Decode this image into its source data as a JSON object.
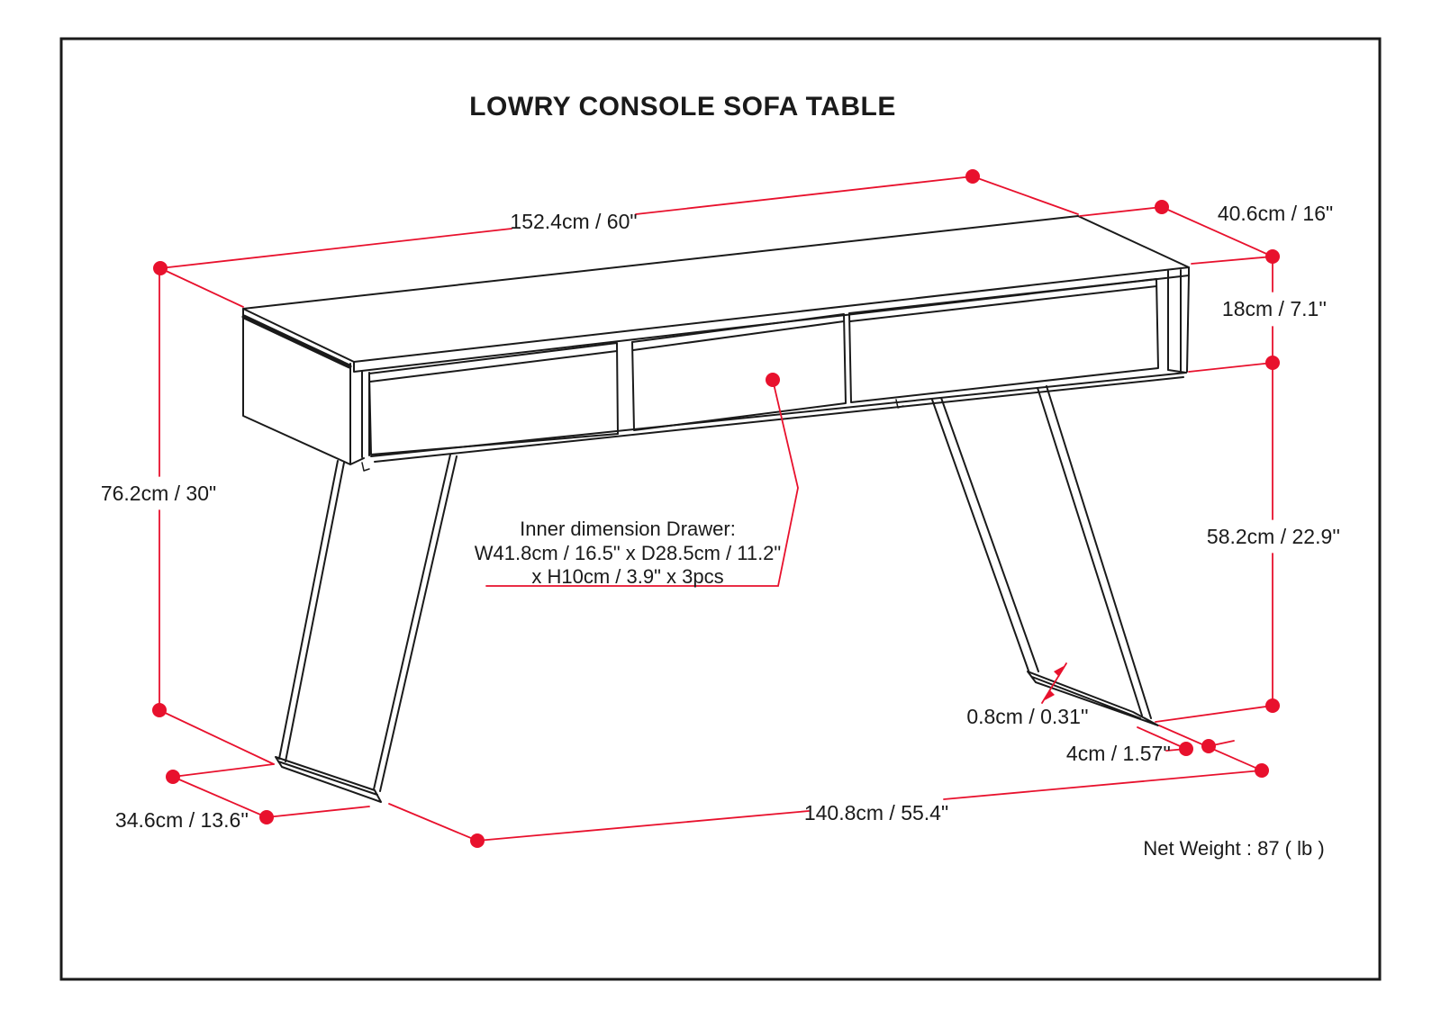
{
  "title": "LOWRY CONSOLE SOFA TABLE",
  "colors": {
    "dimension_red": "#e8112d",
    "line_black": "#1a1a1a"
  },
  "dimensions": {
    "top_width": "152.4cm / 60\"",
    "top_depth": "40.6cm / 16\"",
    "apron_height": "18cm / 7.1''",
    "overall_height": "76.2cm / 30\"",
    "under_clearance_height": "58.2cm / 22.9''",
    "leg_base_thickness": "0.8cm / 0.31''",
    "leg_base_floor_gap": "4cm / 1.57''",
    "base_span_width": "140.8cm / 55.4\"",
    "leg_base_depth": "34.6cm / 13.6''"
  },
  "drawer_note": {
    "line1": "Inner dimension Drawer:",
    "line2": "W41.8cm / 16.5\" x D28.5cm / 11.2\"",
    "line3": "x H10cm / 3.9\" x 3pcs"
  },
  "net_weight": "Net Weight : 87 ( lb )"
}
